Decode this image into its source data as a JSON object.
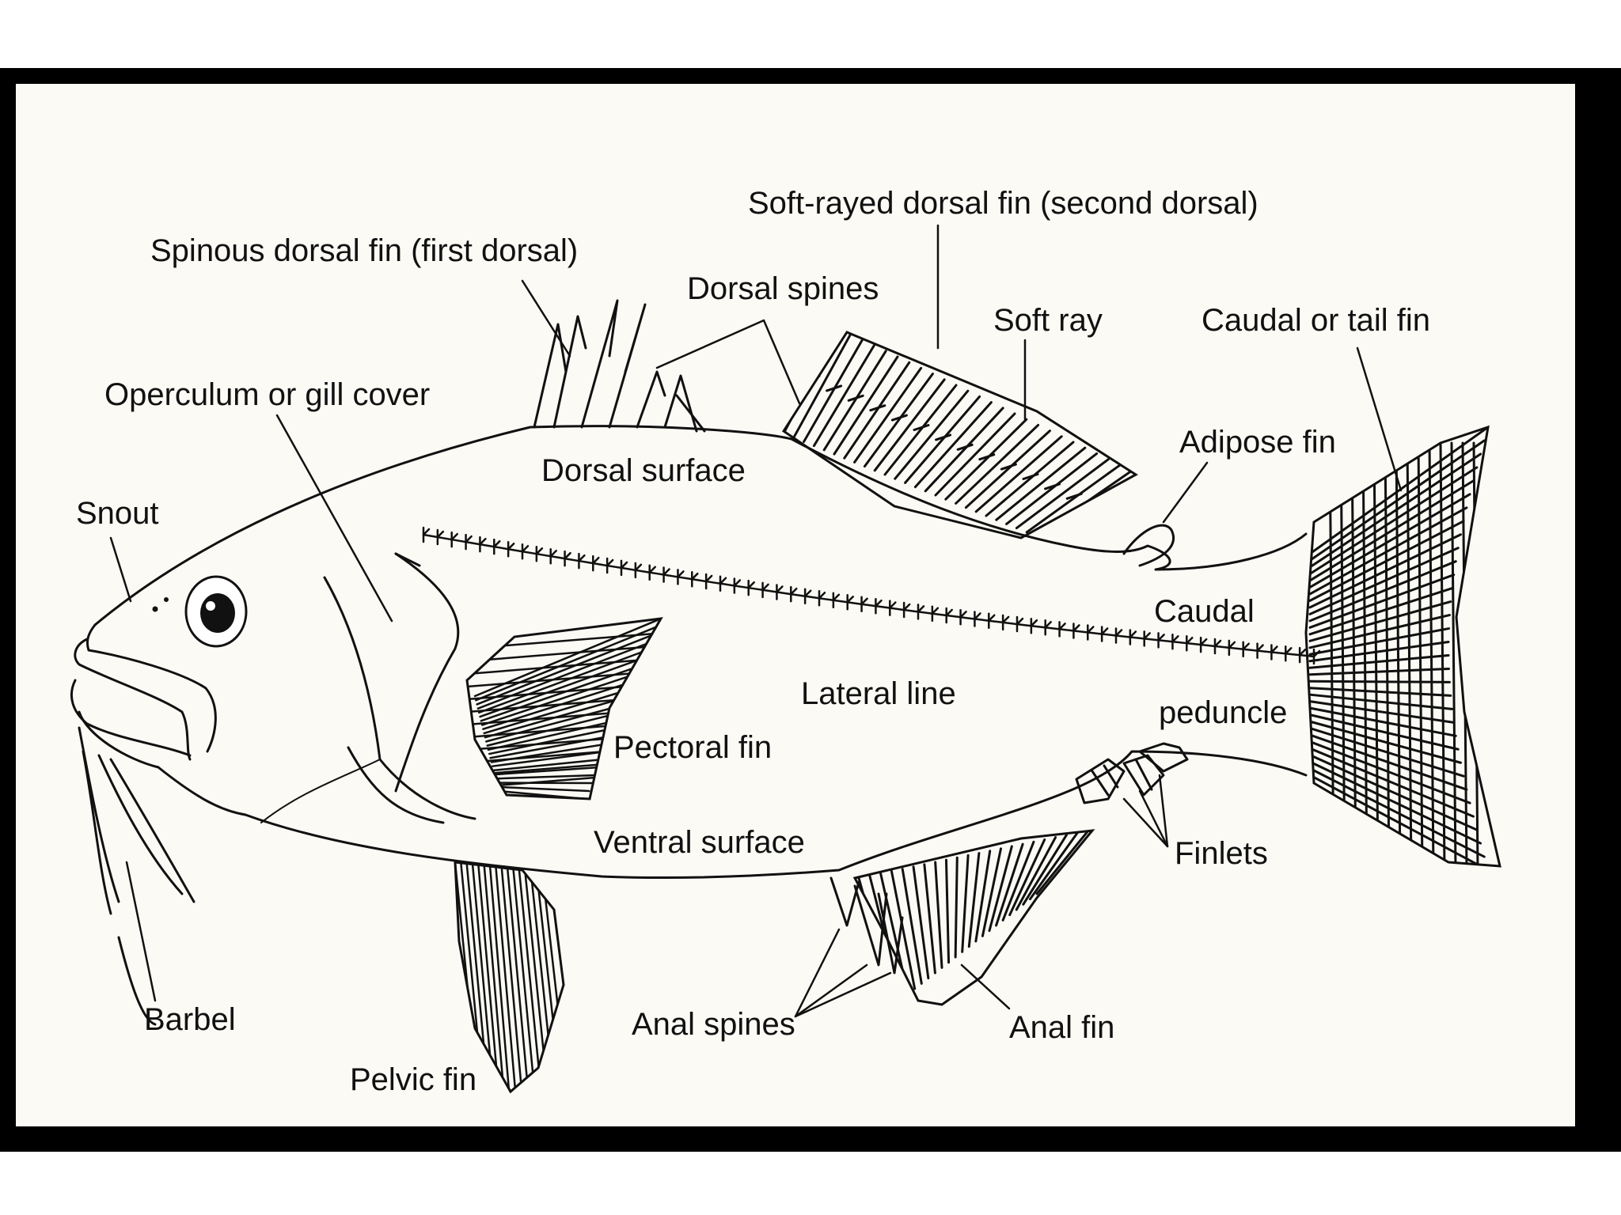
{
  "labels": {
    "soft_rayed_dorsal_fin": "Soft-rayed dorsal fin (second dorsal)",
    "spinous_dorsal_fin": "Spinous dorsal fin (first dorsal)",
    "dorsal_spines": "Dorsal spines",
    "soft_ray": "Soft ray",
    "caudal_fin": "Caudal or tail fin",
    "operculum": "Operculum or gill cover",
    "adipose_fin": "Adipose fin",
    "dorsal_surface": "Dorsal surface",
    "snout": "Snout",
    "caudal_peduncle_line1": "Caudal",
    "caudal_peduncle_line2": "peduncle",
    "lateral_line": "Lateral line",
    "pectoral_fin": "Pectoral fin",
    "ventral_surface": "Ventral surface",
    "finlets": "Finlets",
    "barbel": "Barbel",
    "anal_spines": "Anal spines",
    "anal_fin": "Anal fin",
    "pelvic_fin": "Pelvic fin"
  },
  "colors": {
    "frame": "#000000",
    "paper": "#fbfaf5",
    "ink": "#111111"
  }
}
